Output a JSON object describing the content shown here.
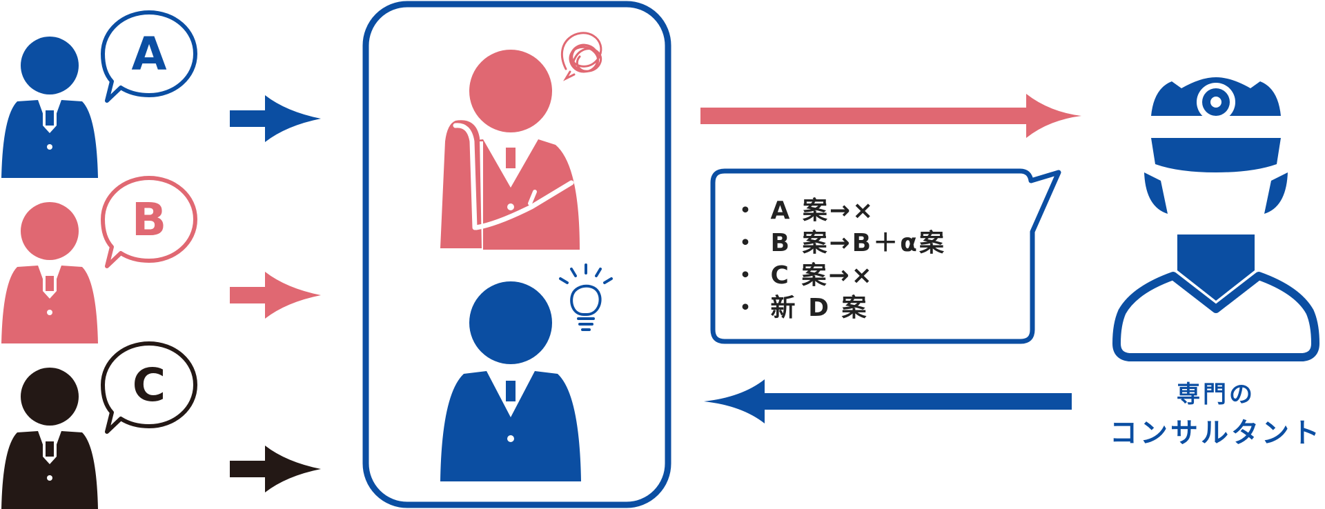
{
  "colors": {
    "blue": "#0b4ea2",
    "pink": "#e06872",
    "black": "#231815",
    "text": "#222222",
    "white": "#ffffff"
  },
  "stakeholders": [
    {
      "letter": "A",
      "color": "#0b4ea2"
    },
    {
      "letter": "B",
      "color": "#e06872"
    },
    {
      "letter": "C",
      "color": "#231815"
    }
  ],
  "center_panel": {
    "top_person": {
      "state": "confused",
      "icon": "tangle-icon",
      "color": "#e06872"
    },
    "bottom_person": {
      "state": "inspired",
      "icon": "lightbulb-icon",
      "color": "#0b4ea2"
    }
  },
  "proposals": [
    "・ A 案→×",
    "・ B 案→B＋α案",
    "・ C 案→×",
    "・ 新 D 案"
  ],
  "consultant": {
    "label_line1": "専門の",
    "label_line2": "コンサルタント",
    "icon": "consultant-doctor-icon"
  },
  "arrows": {
    "to_consultant_color": "#e06872",
    "from_consultant_color": "#0b4ea2"
  }
}
